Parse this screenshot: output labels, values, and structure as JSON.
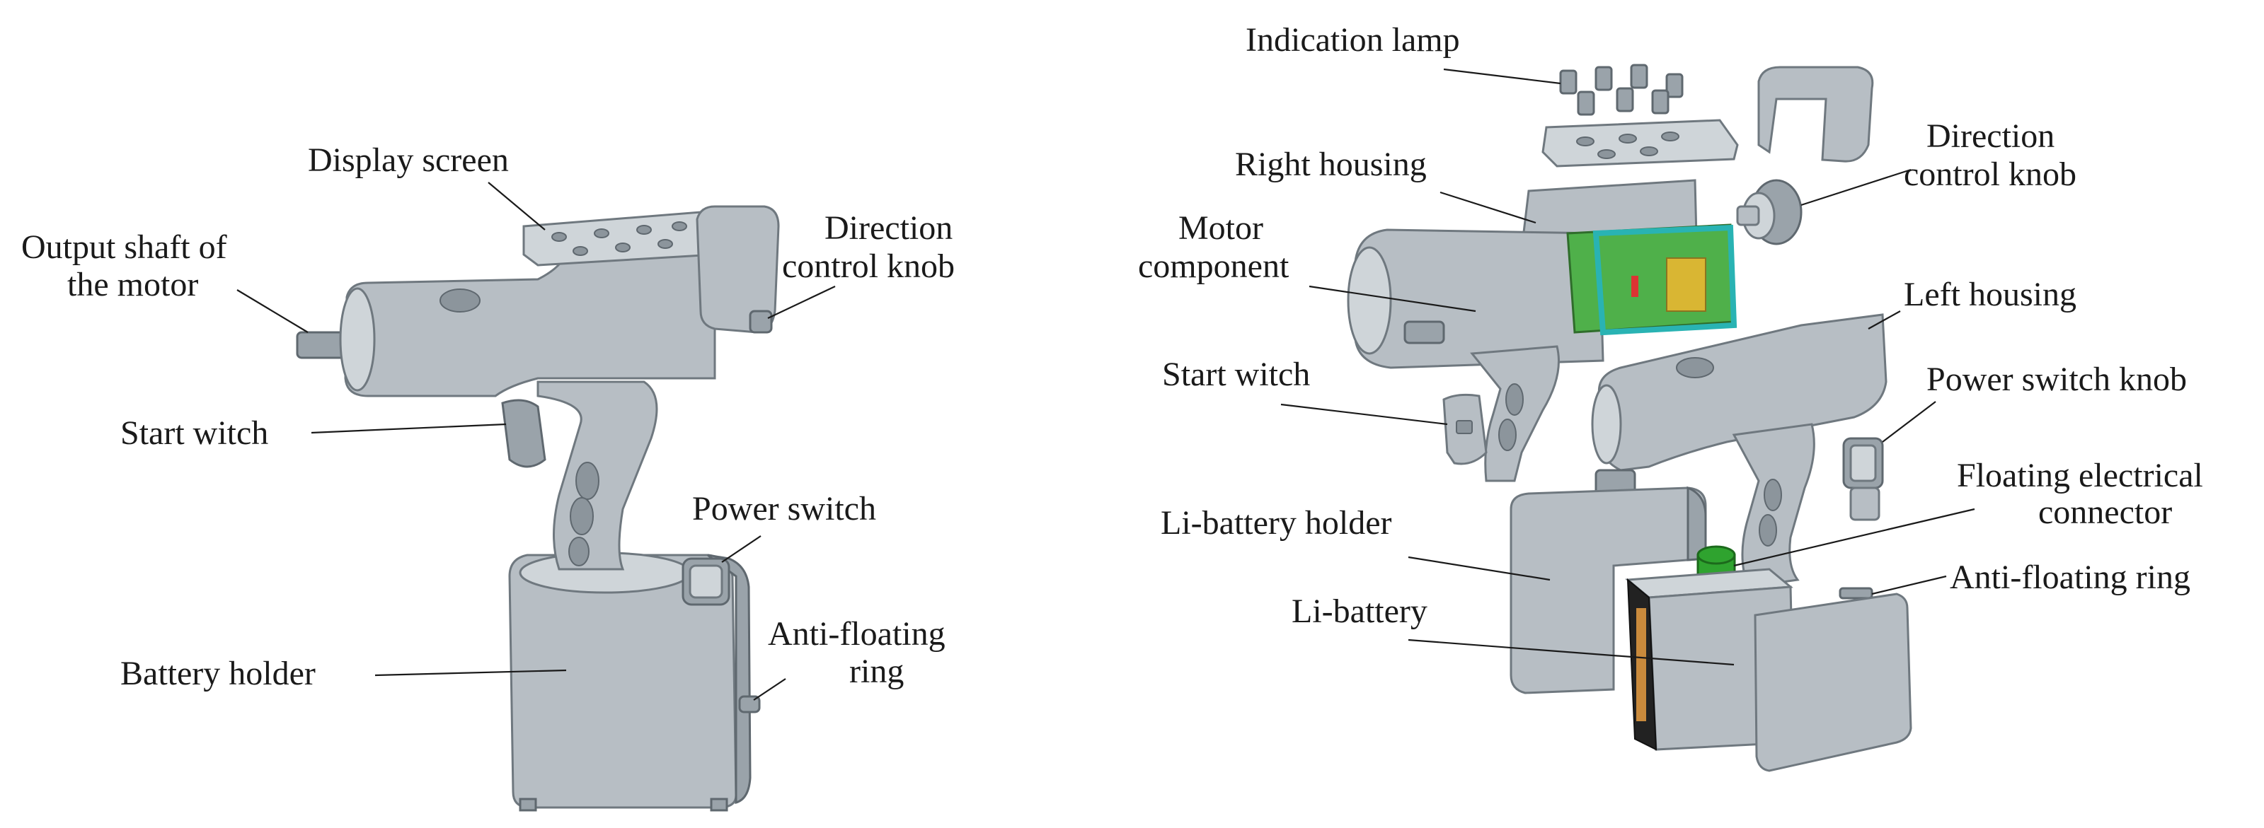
{
  "figure": {
    "left_view": {
      "labels": {
        "display_screen": "Display screen",
        "output_shaft_line1": "Output shaft of",
        "output_shaft_line2": "the motor",
        "direction_knob_line1": "Direction",
        "direction_knob_line2": "control knob",
        "start_witch": "Start witch",
        "power_switch": "Power switch",
        "anti_floating_line1": "Anti-floating",
        "anti_floating_line2": "ring",
        "battery_holder": "Battery holder"
      }
    },
    "right_view": {
      "labels": {
        "indication_lamp": "Indication lamp",
        "right_housing": "Right housing",
        "motor_line1": "Motor",
        "motor_line2": "component",
        "direction_knob_line1": "Direction",
        "direction_knob_line2": "control knob",
        "left_housing": "Left housing",
        "start_witch": "Start witch",
        "power_switch_knob": "Power switch knob",
        "floating_connector_line1": "Floating electrical",
        "floating_connector_line2": "connector",
        "li_battery_holder": "Li-battery holder",
        "anti_floating_ring": "Anti-floating ring",
        "li_battery": "Li-battery"
      }
    }
  },
  "colors": {
    "housing": "#b7bec4",
    "pcb": "#4fb04a",
    "frame": "#29b3b3",
    "connector": "#2fa32f",
    "cell": "#222222"
  }
}
